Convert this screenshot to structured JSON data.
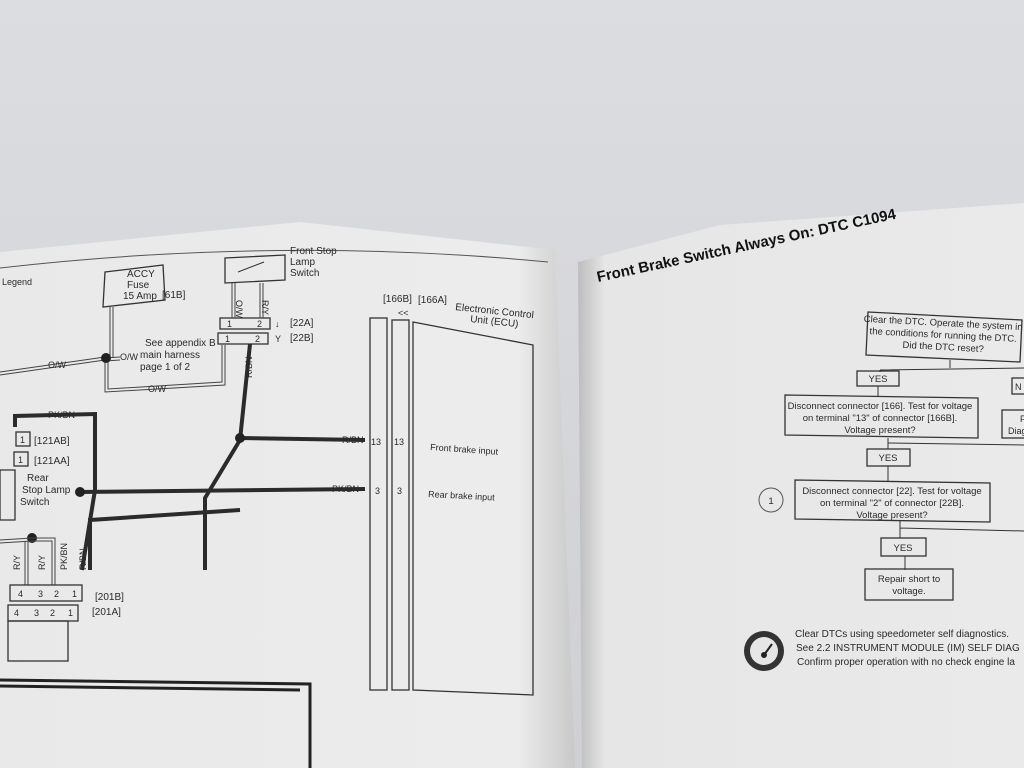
{
  "left_page": {
    "header_fragment": "Legend",
    "fuse": {
      "line1": "ACCY",
      "line2": "Fuse",
      "line3": "15 Amp",
      "connector": "[61B]"
    },
    "front_switch": {
      "line1": "Front Stop",
      "line2": "Lamp",
      "line3": "Switch"
    },
    "connector_22A": "[22A]",
    "connector_22B": "[22B]",
    "appendix_note": {
      "line1": "See appendix B",
      "line2": "main harness",
      "line3": "page 1 of 2"
    },
    "wire_labels": {
      "ow": "O/W",
      "ry": "R/Y",
      "rbn": "R/BN",
      "pkbn": "PK/BN"
    },
    "pin_labels": {
      "p1": "1",
      "p2": "2",
      "p3": "3",
      "p4": "4",
      "p13": "13"
    },
    "connector_121AB": "[121AB]",
    "connector_121AA": "[121AA]",
    "rear_switch": {
      "line1": "Rear",
      "line2": "Stop Lamp",
      "line3": "Switch"
    },
    "connector_201B": "[201B]",
    "connector_201A": "[201A]",
    "ecu": {
      "conn_166B": "[166B]",
      "conn_166A": "[166A]",
      "line1": "Electronic Control",
      "line2": "Unit (ECU)",
      "front_input": "Front brake input",
      "rear_input": "Rear brake input"
    }
  },
  "right_page": {
    "title": "Front Brake Switch Always On: DTC C1094",
    "flowchart": {
      "start": {
        "line1": "Clear the DTC. Operate the system in",
        "line2": "the conditions for running the DTC.",
        "line3": "Did the DTC reset?"
      },
      "yes_label": "YES",
      "step1": {
        "line1": "Disconnect connector [166]. Test for voltage",
        "line2": "on terminal \"13\" of connector [166B].",
        "line3": "Voltage present?"
      },
      "step2": {
        "line1": "Disconnect connector [22]. Test for voltage",
        "line2": "on terminal \"2\" of connector [22B].",
        "line3": "Voltage present?"
      },
      "step2_marker": "1",
      "repair": {
        "line1": "Repair short to",
        "line2": "voltage."
      },
      "side_fragment_1": "N",
      "side_fragment_2a": "F",
      "side_fragment_2b": "Diag"
    },
    "note": {
      "icon": "speedometer-icon",
      "line1": "Clear DTCs using speedometer self diagnostics.",
      "line2": "See 2.2 INSTRUMENT MODULE (IM) SELF DIAG",
      "line3": "Confirm proper operation with no check engine la"
    }
  }
}
